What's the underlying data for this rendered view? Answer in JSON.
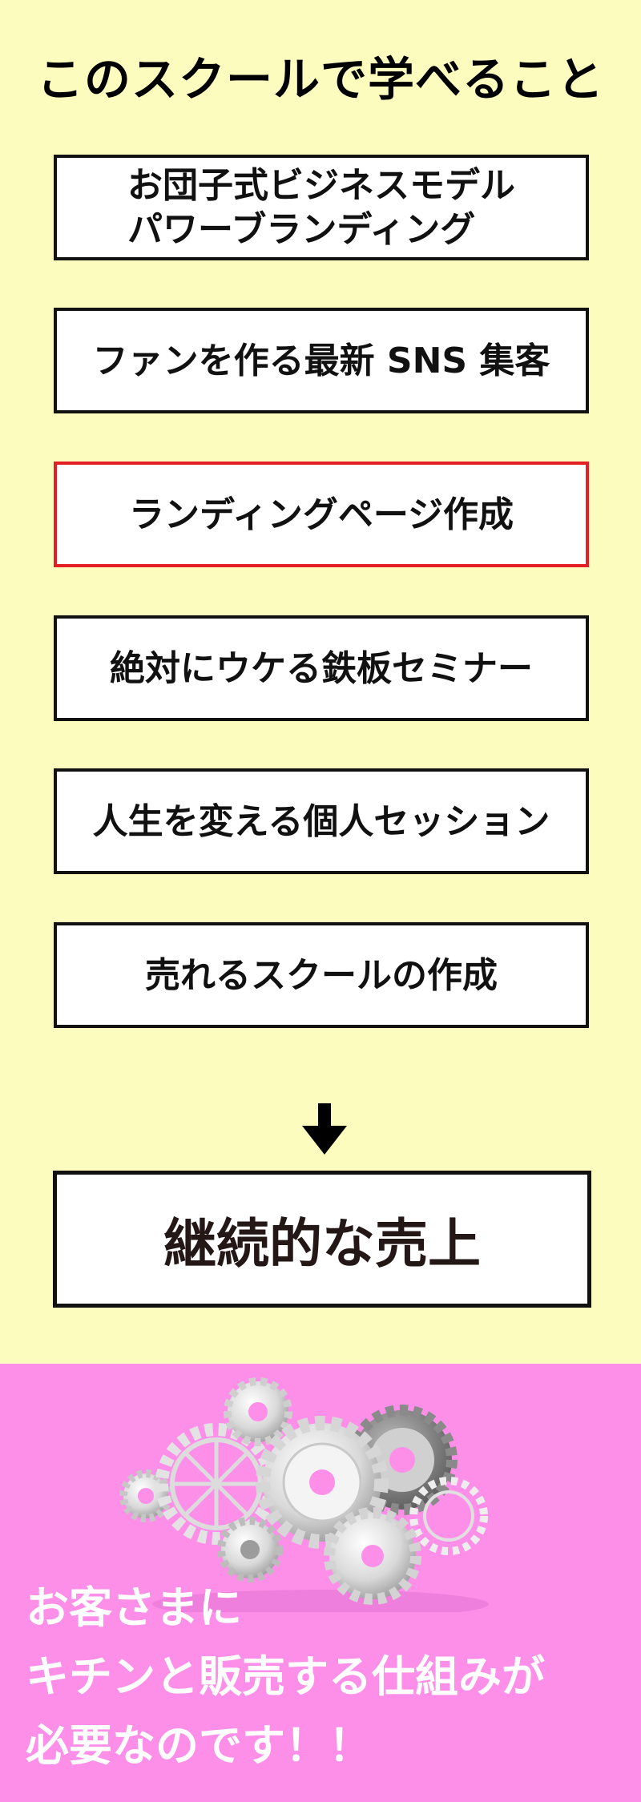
{
  "heading": "このスクールで学べること",
  "curriculum": {
    "item1_line1": "お団子式ビジネスモデル",
    "item1_line2": "パワーブランディング",
    "item2": "ファンを作る最新 SNS 集客",
    "item3": "ランディングページ作成",
    "item4": "絶対にウケる鉄板セミナー",
    "item5": "人生を変える個人セッション",
    "item6": "売れるスクールの作成"
  },
  "result": "継続的な売上",
  "bottom": {
    "line1": "お客さまに",
    "line2": "キチンと販売する仕組みが",
    "line3": "必要なのです！！"
  },
  "colors": {
    "top_background": "#fdfcbf",
    "bottom_background": "#fe8fe9",
    "highlight_border": "#e41e25"
  },
  "icons": {
    "arrow": "down-arrow-icon",
    "gears": "gears-illustration"
  }
}
